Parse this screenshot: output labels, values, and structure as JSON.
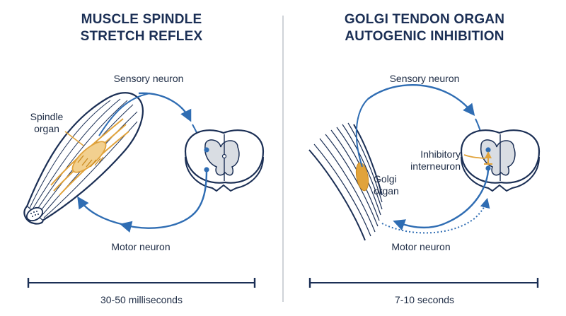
{
  "panels": [
    {
      "title_lines": [
        "MUSCLE SPINDLE",
        "STRETCH REFLEX"
      ],
      "labels": {
        "sensory": "Sensory neuron",
        "motor": "Motor neuron",
        "organ_line1": "Spindle",
        "organ_line2": "organ"
      },
      "duration": "30-50 milliseconds"
    },
    {
      "title_lines": [
        "GOLGI TENDON ORGAN",
        "AUTOGENIC INHIBITION"
      ],
      "labels": {
        "sensory": "Sensory neuron",
        "motor": "Motor neuron",
        "organ_line1": "Golgi",
        "organ_line2": "organ",
        "interneuron_line1": "Inhibitory",
        "interneuron_line2": "interneuron"
      },
      "duration": "7-10 seconds"
    }
  ],
  "colors": {
    "navy": "#1b2f55",
    "blue": "#2f6db3",
    "orange": "#e1a33b",
    "gray_matter": "#d9dde3"
  }
}
